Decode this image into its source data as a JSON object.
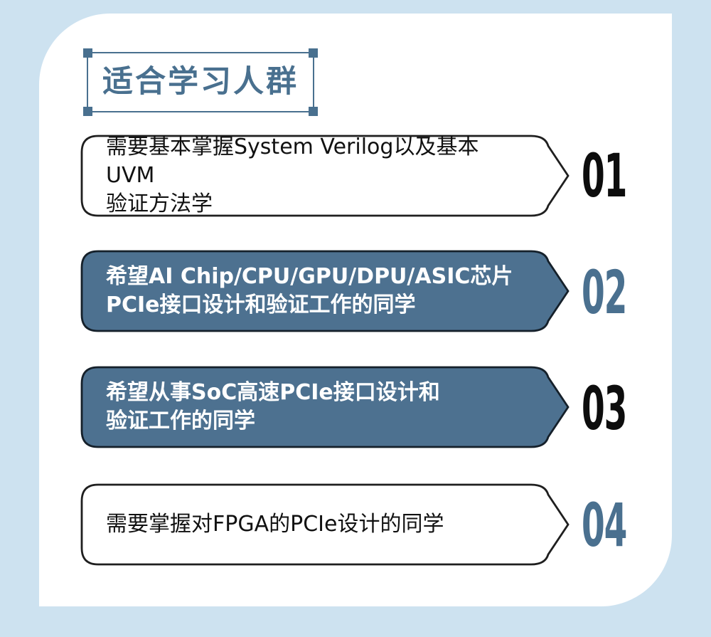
{
  "title": {
    "text": "适合学习人群"
  },
  "colors": {
    "page_background": "#cde2f0",
    "panel_background": "#ffffff",
    "slate_accent": "#4d7190",
    "title_color": "#49708f",
    "dark_border": "#1f1f1f",
    "dark_text": "#111111",
    "dark_number": "#0d0d0d"
  },
  "items": [
    {
      "number": "01",
      "lines": [
        "需要基本掌握System Verilog以及基本UVM",
        "验证方法学"
      ],
      "box_fill": "#ffffff",
      "box_border": "#1f1f1f",
      "text_color": "#111111",
      "number_color": "#0d0d0d"
    },
    {
      "number": "02",
      "lines": [
        "希望AI Chip/CPU/GPU/DPU/ASIC芯片",
        "PCIe接口设计和验证工作的同学"
      ],
      "box_fill": "#4d7190",
      "box_border": "#15202a",
      "text_color": "#ffffff",
      "number_color": "#4a708f"
    },
    {
      "number": "03",
      "lines": [
        "希望从事SoC高速PCIe接口设计和",
        "验证工作的同学"
      ],
      "box_fill": "#4d7190",
      "box_border": "#15202a",
      "text_color": "#ffffff",
      "number_color": "#0d0d0d"
    },
    {
      "number": "04",
      "lines": [
        "需要掌握对FPGA的PCIe设计的同学"
      ],
      "box_fill": "#ffffff",
      "box_border": "#1f1f1f",
      "text_color": "#111111",
      "number_color": "#4a708f"
    }
  ]
}
